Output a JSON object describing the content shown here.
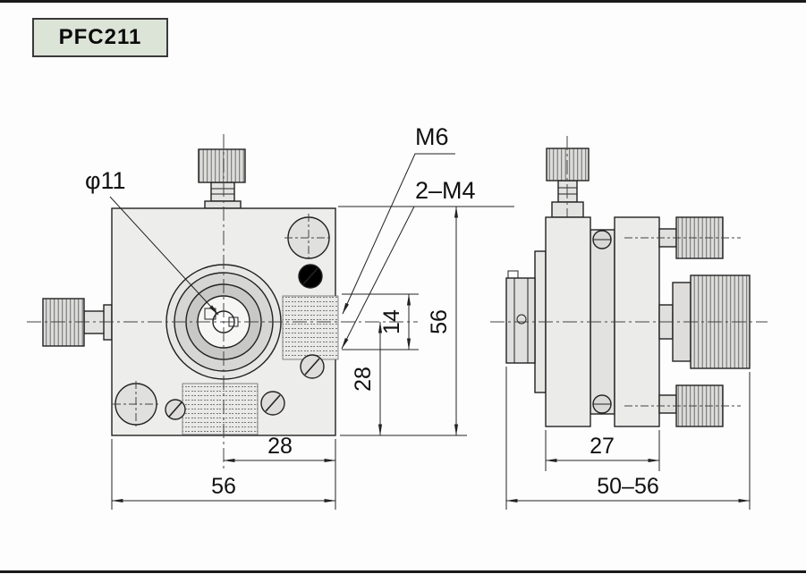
{
  "title": "PFC211",
  "front_view": {
    "labels": {
      "phi11": "φ11",
      "m6": "M6",
      "two_m4": "2–M4"
    },
    "dims": {
      "hole_spacing": "14",
      "center_to_bottom": "28",
      "height": "56",
      "center_to_edge": "28",
      "width": "56"
    }
  },
  "side_view": {
    "dims": {
      "depth": "27",
      "overall": "50–56"
    }
  },
  "colors": {
    "page_background": "#ffffff",
    "title_box_background": "#dce3d7",
    "title_box_border": "#3a3a3a",
    "drawing_line": "#222222",
    "part_fill_light": "#ededeb",
    "part_fill_mid": "#dcdcda",
    "page_border": "#1a1a1a"
  }
}
